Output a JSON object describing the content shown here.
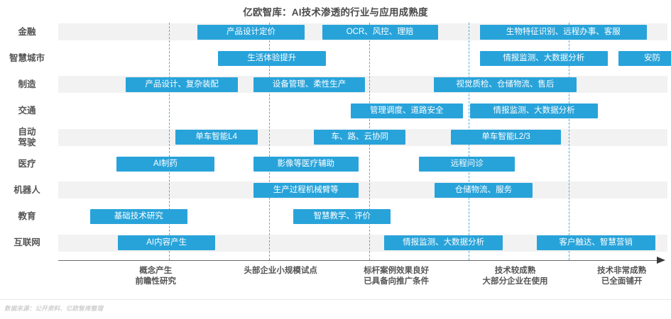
{
  "chart_data": {
    "type": "table",
    "title": "亿欧智库：AI技术渗透的行业与应用成熟度",
    "xlabel": "",
    "ylabel": "",
    "grid": "dashed-vertical-stage-dividers",
    "legend": "none",
    "accent_color": "#28a3da",
    "band_color": "#f2f2f2",
    "divider_color": "#2f9fd4",
    "axis_color": "#6b6b6b",
    "x_stage_count": 5,
    "stages": [
      {
        "index": 0,
        "lines": [
          "概念产生",
          "前瞻性研究"
        ],
        "center_pct": 16.0
      },
      {
        "index": 1,
        "lines": [
          "头部企业小规模试点"
        ],
        "center_pct": 36.5
      },
      {
        "index": 2,
        "lines": [
          "标杆案例效果良好",
          "已具备向推广条件"
        ],
        "center_pct": 55.5
      },
      {
        "index": 3,
        "lines": [
          "技术较成熟",
          "大部分企业在使用"
        ],
        "center_pct": 75.0
      },
      {
        "index": 4,
        "lines": [
          "技术非常成熟",
          "已全面铺开"
        ],
        "center_pct": 92.5
      }
    ],
    "divider_positions_pct": [
      18.2,
      34.6,
      51.0,
      67.4,
      83.8
    ],
    "categories": [
      "金融",
      "智慧城市",
      "制造",
      "交通",
      "自动驾驶",
      "医疗",
      "机器人",
      "教育",
      "互联网"
    ],
    "rows": [
      {
        "category": "金融",
        "label_lines": [
          "金融"
        ],
        "items": [
          {
            "text": "产品设计定价",
            "start_pct": 22.8,
            "width_pct": 17.7
          },
          {
            "text": "OCR、风控、理赔",
            "start_pct": 43.3,
            "width_pct": 19.0
          },
          {
            "text": "生物特征识别、远程办事、客服",
            "start_pct": 69.2,
            "width_pct": 27.4
          }
        ]
      },
      {
        "category": "智慧城市",
        "label_lines": [
          "智慧城市"
        ],
        "items": [
          {
            "text": "生活体验提升",
            "start_pct": 26.2,
            "width_pct": 17.7
          },
          {
            "text": "情报监测、大数据分析",
            "start_pct": 69.2,
            "width_pct": 21.0
          },
          {
            "text": "安防",
            "start_pct": 92.0,
            "width_pct": 11.0
          }
        ]
      },
      {
        "category": "制造",
        "label_lines": [
          "制造"
        ],
        "items": [
          {
            "text": "产品设计、复杂装配",
            "start_pct": 11.1,
            "width_pct": 18.4
          },
          {
            "text": "设备管理、柔性生产",
            "start_pct": 32.0,
            "width_pct": 18.4
          },
          {
            "text": "视觉质检、仓储物流、售后",
            "start_pct": 61.6,
            "width_pct": 23.5
          }
        ]
      },
      {
        "category": "交通",
        "label_lines": [
          "交通"
        ],
        "items": [
          {
            "text": "管理调度、道路安全",
            "start_pct": 48.0,
            "width_pct": 18.4
          },
          {
            "text": "情报监测、大数据分析",
            "start_pct": 67.6,
            "width_pct": 21.0
          }
        ]
      },
      {
        "category": "自动驾驶",
        "label_lines": [
          "自动",
          "驾驶"
        ],
        "items": [
          {
            "text": "单车智能L4",
            "start_pct": 19.2,
            "width_pct": 13.5
          },
          {
            "text": "车、路、云协同",
            "start_pct": 42.0,
            "width_pct": 15.0
          },
          {
            "text": "单车智能L2/3",
            "start_pct": 64.5,
            "width_pct": 18.0
          }
        ]
      },
      {
        "category": "医疗",
        "label_lines": [
          "医疗"
        ],
        "items": [
          {
            "text": "AI制药",
            "start_pct": 9.6,
            "width_pct": 16.0
          },
          {
            "text": "影像等医疗辅助",
            "start_pct": 32.0,
            "width_pct": 17.3
          },
          {
            "text": "远程问诊",
            "start_pct": 59.2,
            "width_pct": 15.8
          }
        ]
      },
      {
        "category": "机器人",
        "label_lines": [
          "机器人"
        ],
        "items": [
          {
            "text": "生产过程机械臂等",
            "start_pct": 32.0,
            "width_pct": 17.3
          },
          {
            "text": "仓储物流、服务",
            "start_pct": 61.8,
            "width_pct": 16.0
          }
        ]
      },
      {
        "category": "教育",
        "label_lines": [
          "教育"
        ],
        "items": [
          {
            "text": "基础技术研究",
            "start_pct": 5.2,
            "width_pct": 16.0
          },
          {
            "text": "智慧教学、评价",
            "start_pct": 38.6,
            "width_pct": 16.0
          }
        ]
      },
      {
        "category": "互联网",
        "label_lines": [
          "互联网"
        ],
        "items": [
          {
            "text": "AI内容产生",
            "start_pct": 9.8,
            "width_pct": 16.0
          },
          {
            "text": "情报监测、大数据分析",
            "start_pct": 53.5,
            "width_pct": 19.5
          },
          {
            "text": "客户触达、智慧营销",
            "start_pct": 78.5,
            "width_pct": 19.5
          }
        ]
      }
    ]
  },
  "footer": {
    "source_note": "数据来源：公开资料、亿欧智库整理"
  }
}
